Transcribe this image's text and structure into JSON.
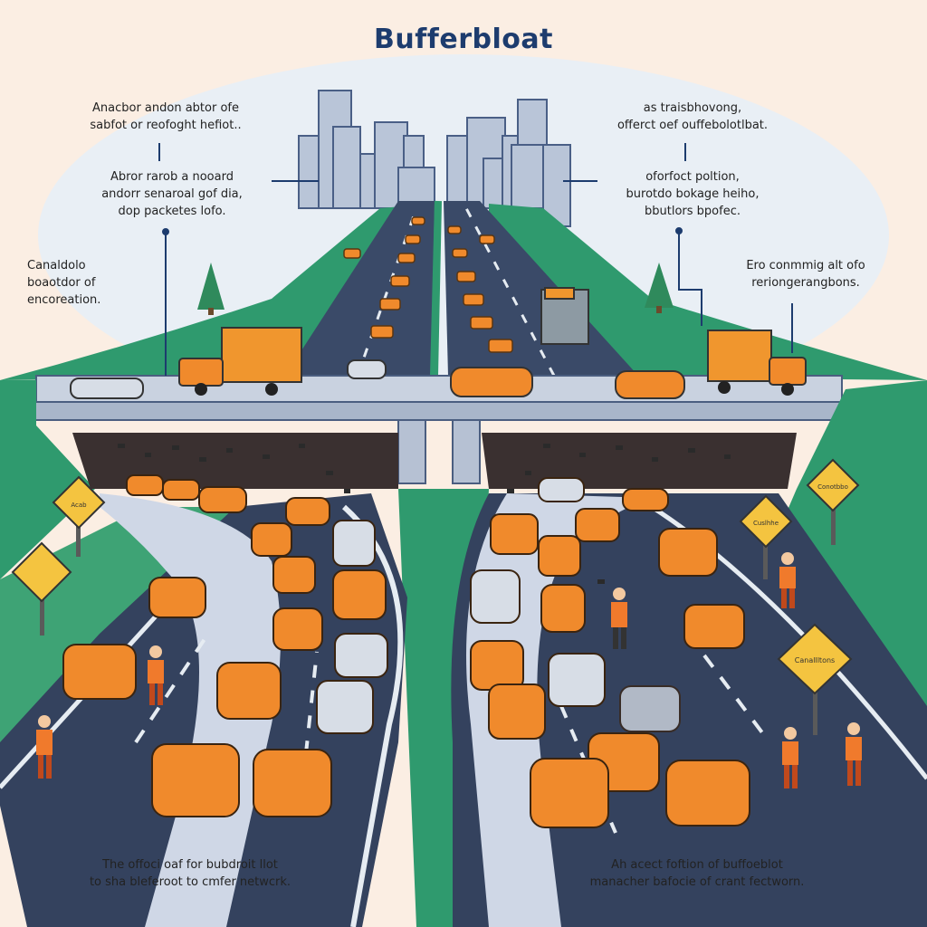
{
  "title": "Bufferbloat",
  "annotations": {
    "top_left_1": "Anacbor andon abtor ofe",
    "top_left_2": "sabfot or reofoght hefiot..",
    "mid_left_1": "Abror rarob a nooard",
    "mid_left_2": "andorr senaroal gof dia,",
    "mid_left_3": "dop packetes lofo.",
    "far_left_1": "Canaldolo",
    "far_left_2": "boaotdor of",
    "far_left_3": "encoreation.",
    "top_right_1": "as traisbhovong,",
    "top_right_2": "offerct oef ouffebolotlbat.",
    "mid_right_1": "oforfoct poltion,",
    "mid_right_2": "burotdo bokage heiho,",
    "mid_right_3": "bbutlors bpofec.",
    "far_right_1": "Ero conmmig alt ofo",
    "far_right_2": "reriongerangbons.",
    "bottom_left_1": "The offoci oaf for  bubdroit llot",
    "bottom_left_2": "to sha bleferoot  to cmfer netwcrk.",
    "bottom_right_1": "Ah acect foftion of buffoeblot",
    "bottom_right_2": "manacher bafocie of crant fectworn.",
    "sign_1": "Acab",
    "sign_2": "Conotbbo",
    "sign_3": "Cuslhhe",
    "sign_4": "Canallltons"
  },
  "colors": {
    "road": "#34425e",
    "road_light": "#cfd7e6",
    "grass": "#2f9a6e",
    "car": "#f08a2c",
    "truck": "#f0962e",
    "bridge": "#c9d2e0",
    "sign": "#f4c440",
    "sky": "#eef2f6"
  }
}
